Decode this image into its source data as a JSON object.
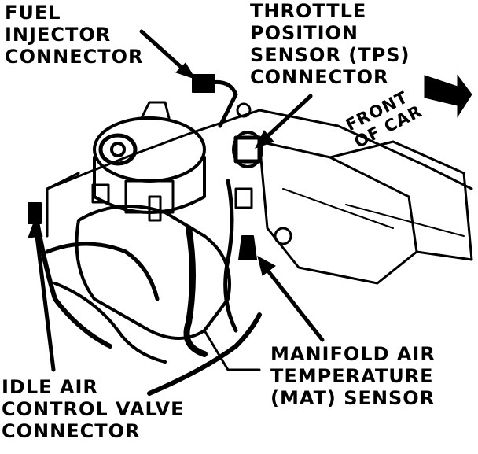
{
  "labels": {
    "fuel_injector": [
      "FUEL",
      "INJECTOR",
      "CONNECTOR"
    ],
    "tps": [
      "THROTTLE",
      "POSITION",
      "SENSOR (TPS)",
      "CONNECTOR"
    ],
    "iac": [
      "IDLE AIR",
      "CONTROL VALVE",
      "CONNECTOR"
    ],
    "mat": [
      "MANIFOLD AIR",
      "TEMPERATURE",
      "(MAT) SENSOR"
    ],
    "front": [
      "FRONT",
      "OF CAR"
    ]
  },
  "colors": {
    "ink": "#000000",
    "paper": "#ffffff"
  }
}
